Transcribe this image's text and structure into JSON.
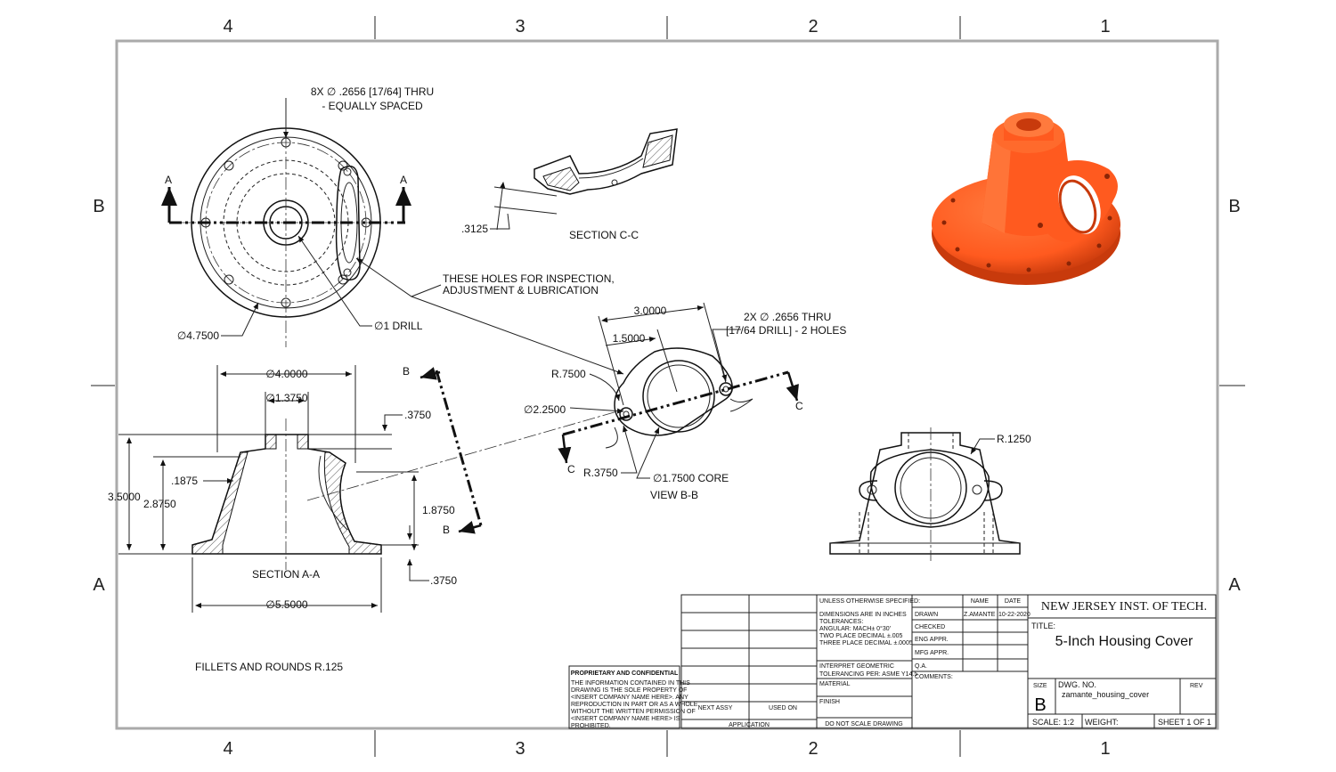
{
  "zones": {
    "columns": [
      "4",
      "3",
      "2",
      "1"
    ],
    "rows": [
      "B",
      "A"
    ]
  },
  "top_view": {
    "hole_callout_line1": "8X ∅ .2656 [17/64] THRU",
    "hole_callout_line2": "- EQUALLY SPACED",
    "outer_diameter": "∅4.7500",
    "drill": "∅1 DRILL",
    "section_label": "A"
  },
  "section_cc": {
    "dim": ".3125",
    "label": "SECTION C-C"
  },
  "note_inspection_line1": "THESE HOLES FOR INSPECTION,",
  "note_inspection_line2": "ADJUSTMENT & LUBRICATION",
  "section_aa": {
    "label": "SECTION A-A",
    "dim_4": "∅4.0000",
    "dim_1375": "∅1.3750",
    "dim_3750_top": ".3750",
    "dim_1875": ".1875",
    "dim_35": "3.5000",
    "dim_2875": "2.8750",
    "dim_1875_h": "1.8750",
    "dim_3750_bot": ".3750",
    "dim_55": "∅5.5000",
    "section_b": "B"
  },
  "view_bb": {
    "label": "VIEW B-B",
    "dim_3": "3.0000",
    "dim_15": "1.5000",
    "holes_line1": "2X  ∅ .2656 THRU",
    "holes_line2": "[17/64 DRILL] - 2 HOLES",
    "r75": "R.7500",
    "dia_225": "∅2.2500",
    "r375": "R.3750",
    "core": "∅1.7500 CORE",
    "cut_c": "C"
  },
  "front_view": {
    "r125": "R.1250"
  },
  "fillets_note": "FILLETS AND ROUNDS R.125",
  "title_block": {
    "unless": "UNLESS OTHERWISE SPECIFIED:",
    "dims_inches": "DIMENSIONS ARE IN INCHES",
    "tolerances": "TOLERANCES:",
    "angular": "ANGULAR: MACH± 0°30'",
    "two_place": "TWO PLACE DECIMAL    ±.005",
    "three_place": "THREE PLACE DECIMAL   ±.0005",
    "interpret": "INTERPRET GEOMETRIC",
    "tolerancing": "TOLERANCING PER: ASME Y14.5",
    "material": "MATERIAL",
    "finish": "FINISH",
    "do_not_scale": "DO NOT SCALE DRAWING",
    "next_assy": "NEXT ASSY",
    "used_on": "USED ON",
    "application": "APPLICATION",
    "name": "NAME",
    "date": "DATE",
    "drawn": "DRAWN",
    "drawn_name": "Z.AMANTE",
    "drawn_date": "10-22-2020",
    "checked": "CHECKED",
    "eng_appr": "ENG APPR.",
    "mfg_appr": "MFG APPR.",
    "qa": "Q.A.",
    "comments": "COMMENTS:",
    "school": "NEW JERSEY INST. OF TECH.",
    "title_label": "TITLE:",
    "title": "5-Inch Housing Cover",
    "size_label": "SIZE",
    "size": "B",
    "dwg_no_label": "DWG.  NO.",
    "dwg_no": "zamante_housing_cover",
    "rev_label": "REV",
    "scale": "SCALE: 1:2",
    "weight": "WEIGHT:",
    "sheet": "SHEET 1 OF 1",
    "prop_title": "PROPRIETARY AND CONFIDENTIAL",
    "prop_1": "THE INFORMATION CONTAINED IN THIS",
    "prop_2": "DRAWING IS THE SOLE PROPERTY OF",
    "prop_3": "<INSERT COMPANY NAME HERE>.  ANY",
    "prop_4": "REPRODUCTION IN PART OR AS A WHOLE",
    "prop_5": "WITHOUT THE WRITTEN PERMISSION OF",
    "prop_6": "<INSERT COMPANY NAME HERE> IS",
    "prop_7": "PROHIBITED."
  },
  "colors": {
    "part_fill": "#ff5a1f",
    "part_shade": "#d9400f",
    "line": "#111111"
  }
}
